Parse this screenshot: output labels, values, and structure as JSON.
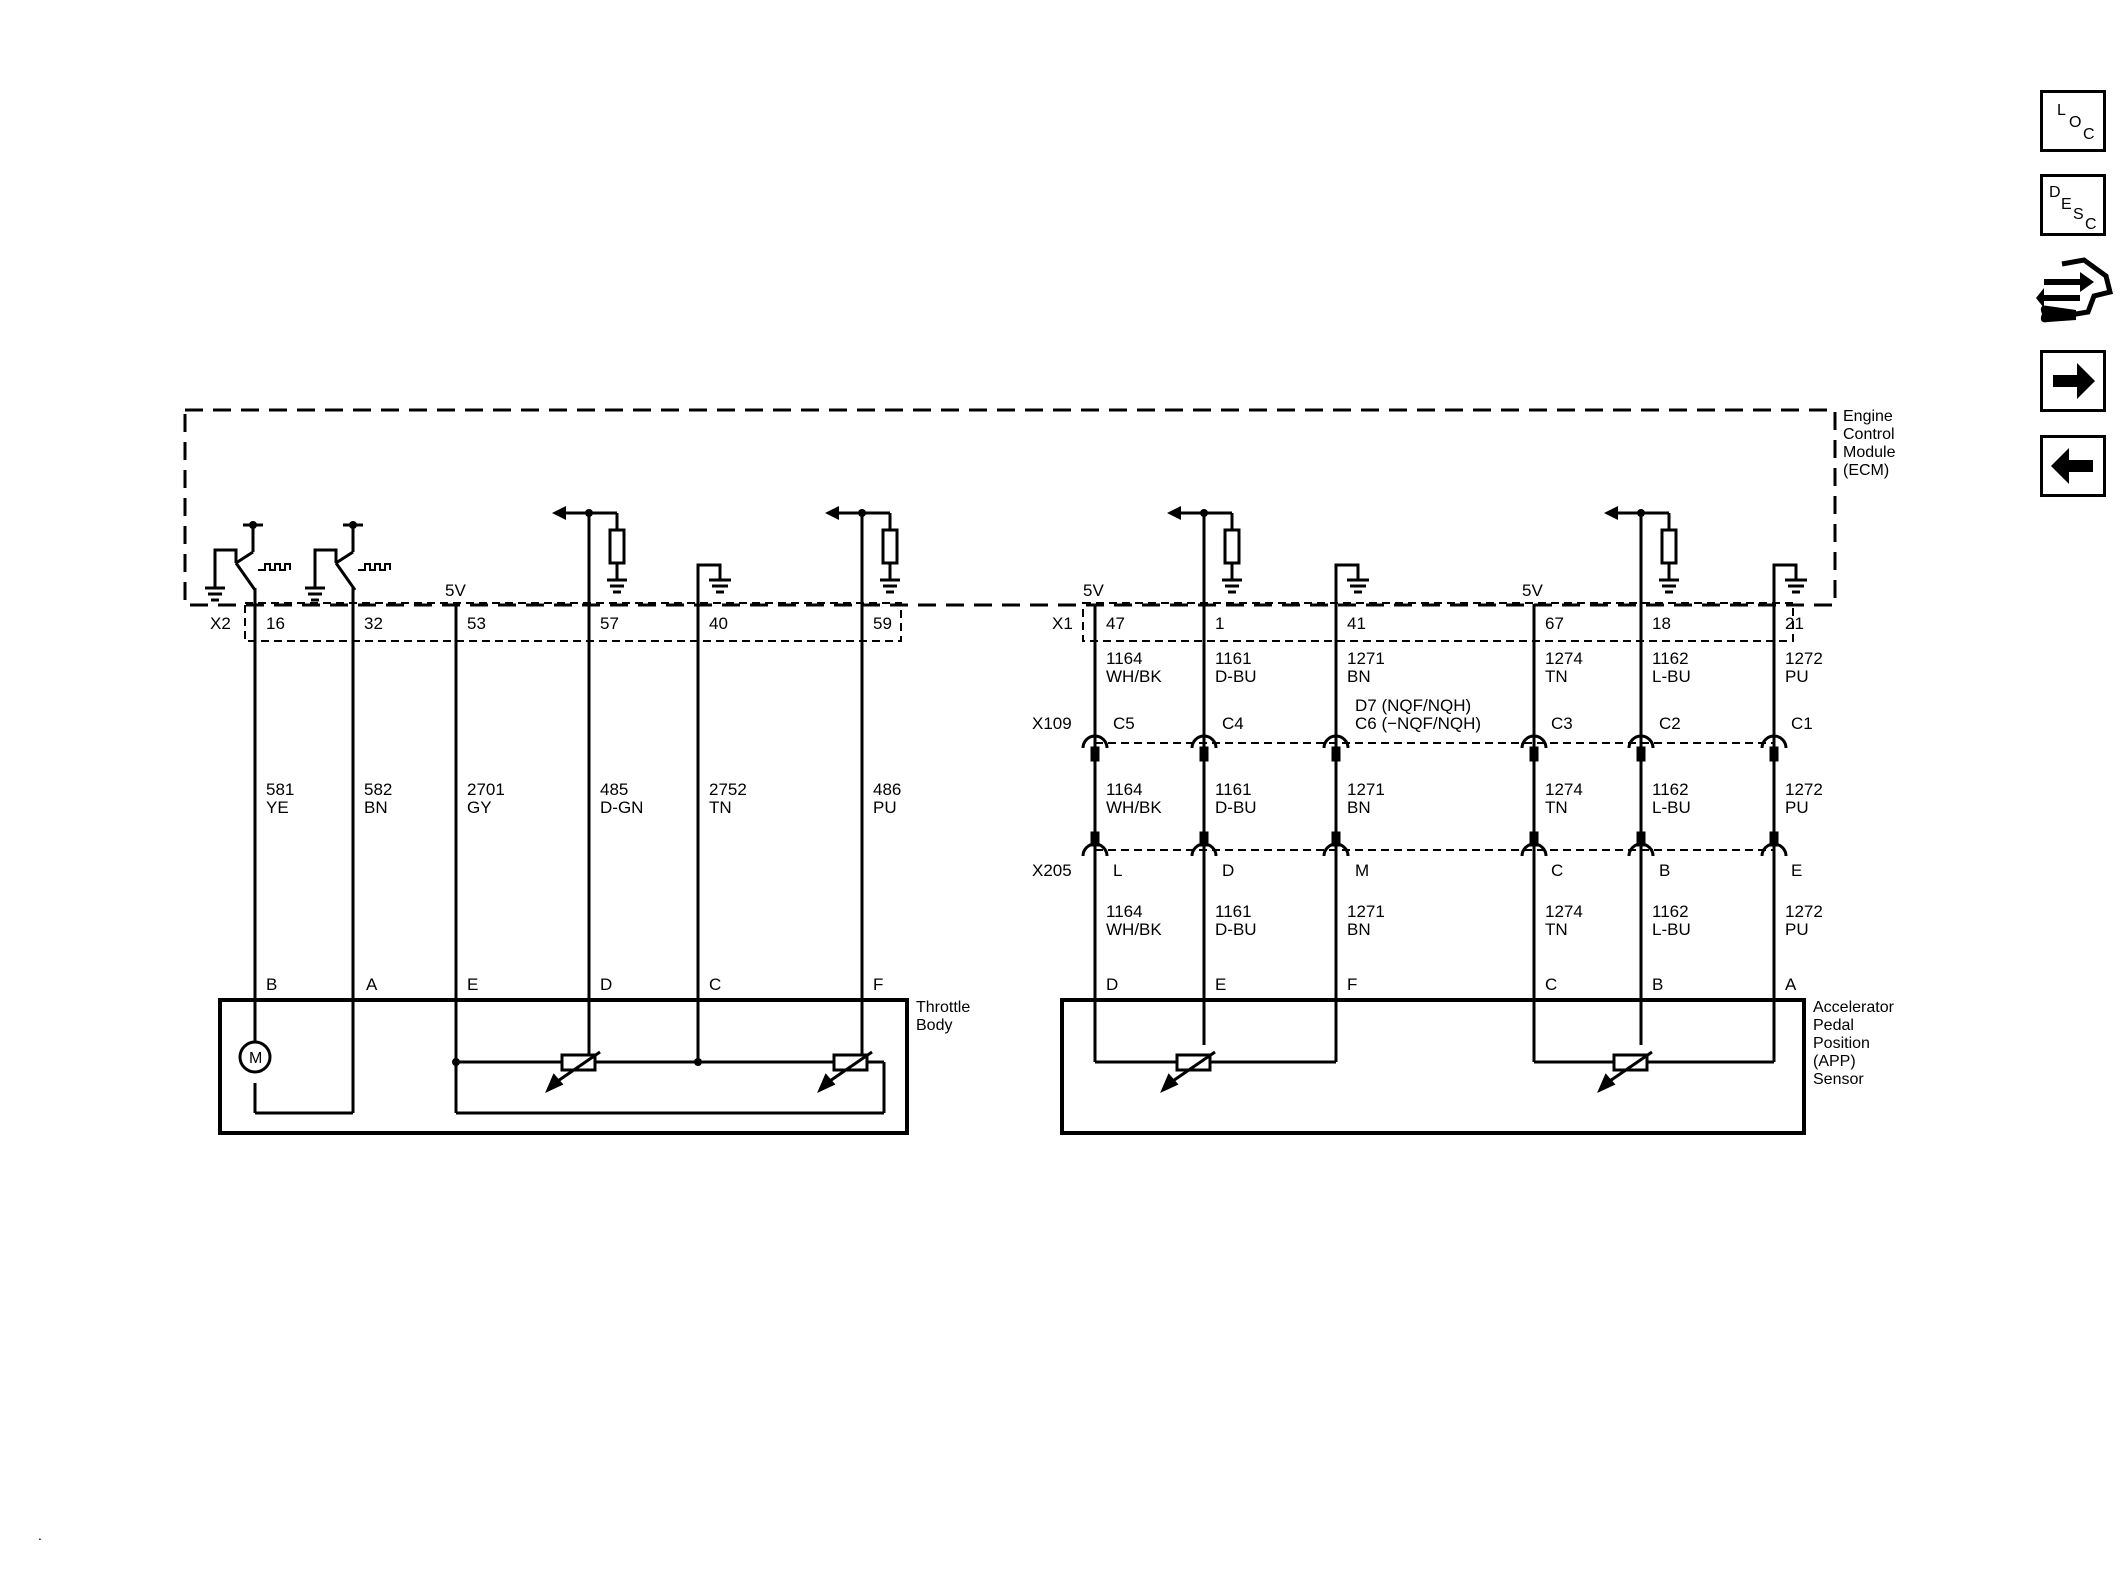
{
  "modules": {
    "ecm": {
      "label_lines": [
        "Engine",
        "Control",
        "Module",
        "(ECM)"
      ]
    },
    "throttle": {
      "label_lines": [
        "Throttle",
        "Body"
      ]
    },
    "app": {
      "label_lines": [
        "Accelerator",
        "Pedal",
        "Position",
        "(APP)",
        "Sensor"
      ]
    }
  },
  "connectors": {
    "x2": "X2",
    "x1": "X1",
    "x109": "X109",
    "x205": "X205"
  },
  "voltages": {
    "v5_53": "5V",
    "v5_47": "5V",
    "v5_67": "5V"
  },
  "throttle_circuits": [
    {
      "pin": "16",
      "circuit": "581",
      "color": "YE",
      "body_pin": "B"
    },
    {
      "pin": "32",
      "circuit": "582",
      "color": "BN",
      "body_pin": "A"
    },
    {
      "pin": "53",
      "circuit": "2701",
      "color": "GY",
      "body_pin": "E"
    },
    {
      "pin": "57",
      "circuit": "485",
      "color": "D-GN",
      "body_pin": "D"
    },
    {
      "pin": "40",
      "circuit": "2752",
      "color": "TN",
      "body_pin": "C"
    },
    {
      "pin": "59",
      "circuit": "486",
      "color": "PU",
      "body_pin": "F"
    }
  ],
  "app_circuits": [
    {
      "pin": "47",
      "circuit": "1164",
      "color": "WH/BK",
      "x109": "C5",
      "x205": "L",
      "sensor_pin": "D"
    },
    {
      "pin": "1",
      "circuit": "1161",
      "color": "D-BU",
      "x109": "C4",
      "x205": "D",
      "sensor_pin": "E"
    },
    {
      "pin": "41",
      "circuit": "1271",
      "color": "BN",
      "x109": "",
      "x205": "M",
      "sensor_pin": "F"
    },
    {
      "pin": "67",
      "circuit": "1274",
      "color": "TN",
      "x109": "C3",
      "x205": "C",
      "sensor_pin": "C"
    },
    {
      "pin": "18",
      "circuit": "1162",
      "color": "L-BU",
      "x109": "C2",
      "x205": "B",
      "sensor_pin": "B"
    },
    {
      "pin": "21",
      "circuit": "1272",
      "color": "PU",
      "x109": "C1",
      "x205": "E",
      "sensor_pin": "A"
    }
  ],
  "x109_note": {
    "line1": "D7 (NQF/NQH)",
    "line2": "C6 (−NQF/NQH)"
  },
  "motor_label": "M",
  "side_buttons": [
    {
      "name": "loc",
      "letters": [
        "L",
        "O",
        "C"
      ],
      "icon": "loc-icon"
    },
    {
      "name": "desc",
      "letters": [
        "D",
        "E",
        "S",
        "C"
      ],
      "icon": "desc-icon"
    },
    {
      "name": "connector",
      "icon": "connector-end-view-icon"
    },
    {
      "name": "next",
      "icon": "arrow-right-icon"
    },
    {
      "name": "back",
      "icon": "arrow-left-icon"
    }
  ],
  "corner_mark": "."
}
